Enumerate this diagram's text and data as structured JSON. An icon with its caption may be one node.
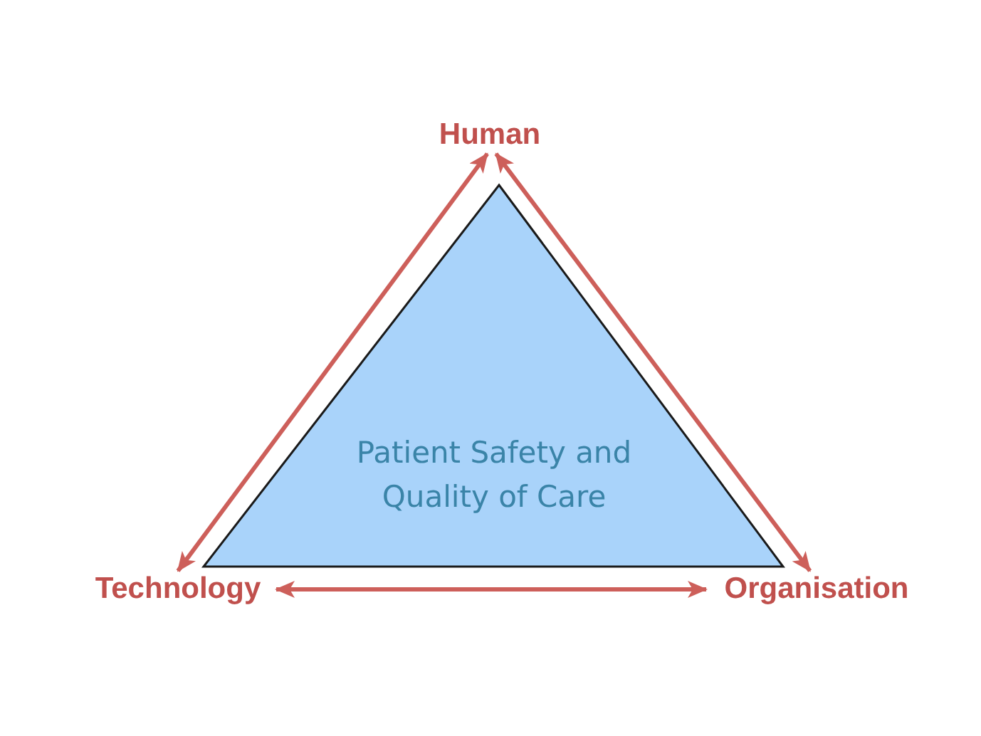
{
  "diagram": {
    "nodes": [
      {
        "text": [
          "Human"
        ]
      },
      {
        "text": [
          "Technology"
        ]
      },
      {
        "text": [
          "Organisation"
        ]
      },
      {
        "text": [
          "Patient Safety and Quality of Care"
        ]
      }
    ],
    "edges": [
      {
        "from": 0,
        "to": 1,
        "arrow": "both"
      },
      {
        "from": 0,
        "to": 2,
        "arrow": "both"
      },
      {
        "from": 1,
        "to": 2,
        "arrow": "both"
      }
    ]
  }
}
